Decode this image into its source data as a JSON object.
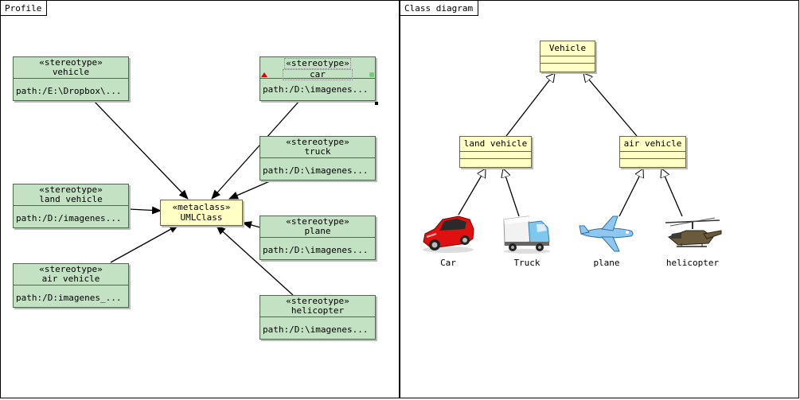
{
  "profile_panel": {
    "title": "Profile",
    "metaclass": {
      "stereotype": "«metaclass»",
      "name": "UMLClass"
    },
    "stereotypes": {
      "vehicle": {
        "stereotype": "«stereotype»",
        "name": "vehicle",
        "attr": "path:/E:\\Dropbox\\..."
      },
      "land": {
        "stereotype": "«stereotype»",
        "name": "land vehicle",
        "attr": "path:/D:/imagenes..."
      },
      "air": {
        "stereotype": "«stereotype»",
        "name": "air vehicle",
        "attr": "path:/D:imagenes_..."
      },
      "car": {
        "stereotype": "«stereotype»",
        "name": "car",
        "attr": "path:/D:\\imagenes..."
      },
      "truck": {
        "stereotype": "«stereotype»",
        "name": "truck",
        "attr": "path:/D:\\imagenes..."
      },
      "plane": {
        "stereotype": "«stereotype»",
        "name": "plane",
        "attr": "path:/D:\\imagenes..."
      },
      "helicopter": {
        "stereotype": "«stereotype»",
        "name": "helicopter",
        "attr": "path:/D:\\imagenes..."
      }
    }
  },
  "class_panel": {
    "title": "Class diagram",
    "classes": {
      "vehicle": "Vehicle",
      "land": "land vehicle",
      "air": "air vehicle"
    },
    "instances": {
      "car": {
        "label": "Car",
        "icon": "car-icon"
      },
      "truck": {
        "label": "Truck",
        "icon": "truck-icon"
      },
      "plane": {
        "label": "plane",
        "icon": "plane-icon"
      },
      "helicopter": {
        "label": "helicopter",
        "icon": "helicopter-icon"
      }
    }
  },
  "colors": {
    "stereotype_fill": "#c3e2c3",
    "class_fill": "#ffffc6",
    "car": "#e01010",
    "truck_cab": "#7ec8f0",
    "plane": "#8ec8f0"
  }
}
